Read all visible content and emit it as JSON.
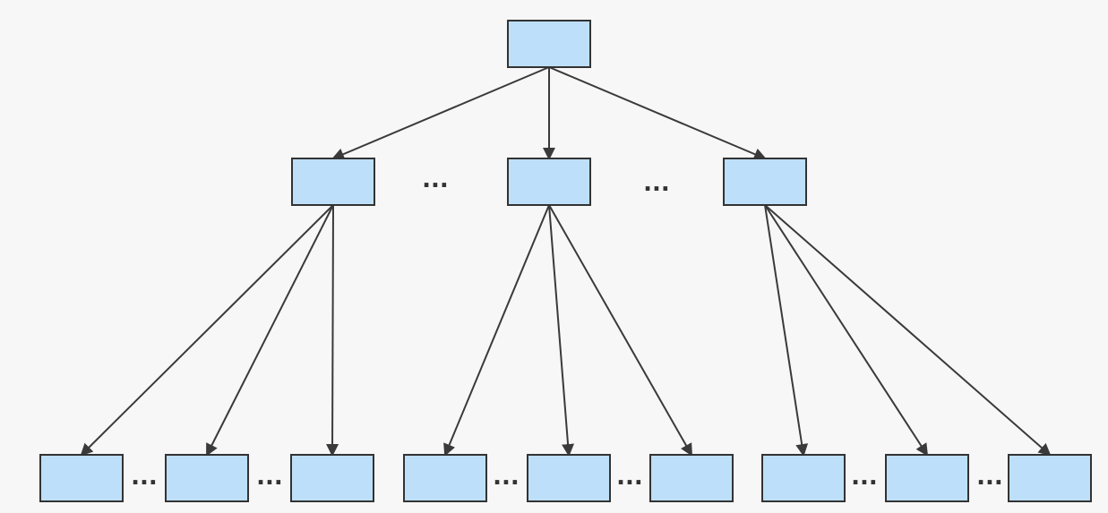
{
  "diagram": {
    "type": "tree",
    "levels": 3,
    "colors": {
      "background": "#f7f7f7",
      "node_fill": "#bddff9",
      "node_stroke": "#333333",
      "edge": "#3a3a3a",
      "text": "#333333"
    },
    "ellipsis_text": "···",
    "nodes": [
      {
        "id": "root",
        "level": 0
      },
      {
        "id": "l1-a",
        "level": 1
      },
      {
        "id": "l1-b",
        "level": 1
      },
      {
        "id": "l1-c",
        "level": 1
      },
      {
        "id": "l2-a1",
        "level": 2
      },
      {
        "id": "l2-a2",
        "level": 2
      },
      {
        "id": "l2-a3",
        "level": 2
      },
      {
        "id": "l2-b1",
        "level": 2
      },
      {
        "id": "l2-b2",
        "level": 2
      },
      {
        "id": "l2-b3",
        "level": 2
      },
      {
        "id": "l2-c1",
        "level": 2
      },
      {
        "id": "l2-c2",
        "level": 2
      },
      {
        "id": "l2-c3",
        "level": 2
      }
    ],
    "edges": [
      {
        "from": "root",
        "to": "l1-a"
      },
      {
        "from": "root",
        "to": "l1-b"
      },
      {
        "from": "root",
        "to": "l1-c"
      },
      {
        "from": "l1-a",
        "to": "l2-a1"
      },
      {
        "from": "l1-a",
        "to": "l2-a2"
      },
      {
        "from": "l1-a",
        "to": "l2-a3"
      },
      {
        "from": "l1-b",
        "to": "l2-b1"
      },
      {
        "from": "l1-b",
        "to": "l2-b2"
      },
      {
        "from": "l1-b",
        "to": "l2-b3"
      },
      {
        "from": "l1-c",
        "to": "l2-c1"
      },
      {
        "from": "l1-c",
        "to": "l2-c2"
      },
      {
        "from": "l1-c",
        "to": "l2-c3"
      }
    ]
  }
}
